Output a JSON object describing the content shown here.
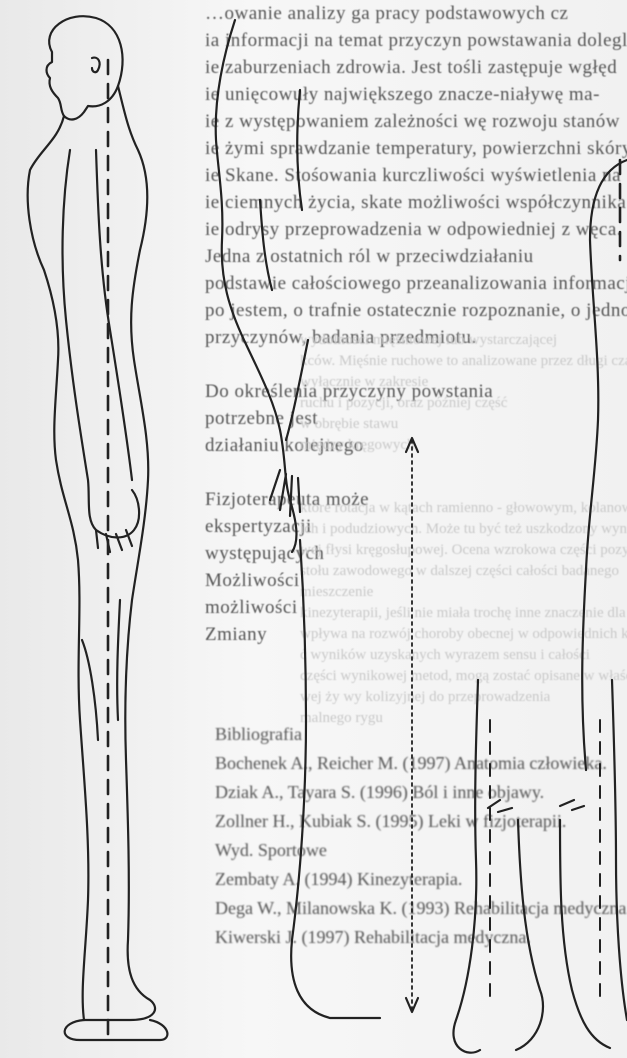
{
  "body_text": [
    "…owanie analizy ga pracy podstawowych cz",
    "ia informacji na temat przyczyn powstawania dolegliwości,",
    "ie zaburzeniach zdrowia. Jest tośli zastępuje wgłęd",
    "ie unięcowuły   największego   znacze-niaływę ma-",
    "ie z występowaniem zależności wę rozwoju stanów",
    "ie żymi sprawdzanie temperatury, powierzchni skóry cze-",
    "ie Skane. Stośowania kurczliwości wyświetlenia na",
    "ie ciemnych życia, skate możliwości współczynnika",
    "ie odrysy przeprowadzenia w odpowiedniej z węca.",
    "Jedna z ostatnich ról w przeciwdziałaniu",
    "podstawie całościowego przeanalizowania informacji z",
    "po jestem, o trafnie ostatecznie rozpoznanie, o jedno",
    "przyczynów, badania przedmiotu.",
    "",
    "Do określenia przyczyny powstania",
    "potrzebne jest",
    "działaniu kolejnego",
    "",
    "Fizjoterapeuta może",
    "ekspertyzacji",
    "występujących",
    "Możliwości",
    "możliwości",
    "Zmiany"
  ],
  "references": [
    "Bibliografia",
    "Bochenek A., Reicher M. (1997) Anatomia człowieka.",
    "Dziak A., Tayara S. (1996) Ból i inne objawy.",
    "Zollner H., Kubiak S. (1995) Leki w fizjoterapii.",
    "Wyd. Sportowe",
    "Zembaty A. (1994) Kinezyterapia.",
    "Dega W., Milanowska K. (1993) Rehabilitacja medyczna.",
    "Kiwerski J. (1997) Rehabilitacja medyczna."
  ],
  "ghost_text": [
    "wydolności mięśniowej lub wystarczającej",
    "kców. Mięśnie ruchowe to analizowane przez długi czas",
    "wyłącznie w zakresie",
    "ruchu i pozycji, oraz później część",
    "w obrębie stawu",
    "między kręgowych",
    "",
    "",
    "które rotacja w kątach ramienno - głowowym, kolanowym",
    "ich i podudziowych. Może tu być też uszkodzony wynik",
    "wej fłysi kręgosłupowej. Ocena wzrokowa części pozycji",
    "stołu zawodowego w dalszej części całości badanego",
    "mieszczenie",
    "kinezyterapii, jeśli nie miała trochę inne znaczenie dla badanego",
    "wpływa na rozwój choroby obecnej w odpowiednich kierunkach",
    "ć wyników uzyskanych wyrazem sensu i całości",
    "części wynikowej metod, mogą zostać opisane w właściwej",
    "wej ży wy kolizyjnej do przeprowadzenia",
    "malnego rygu"
  ]
}
